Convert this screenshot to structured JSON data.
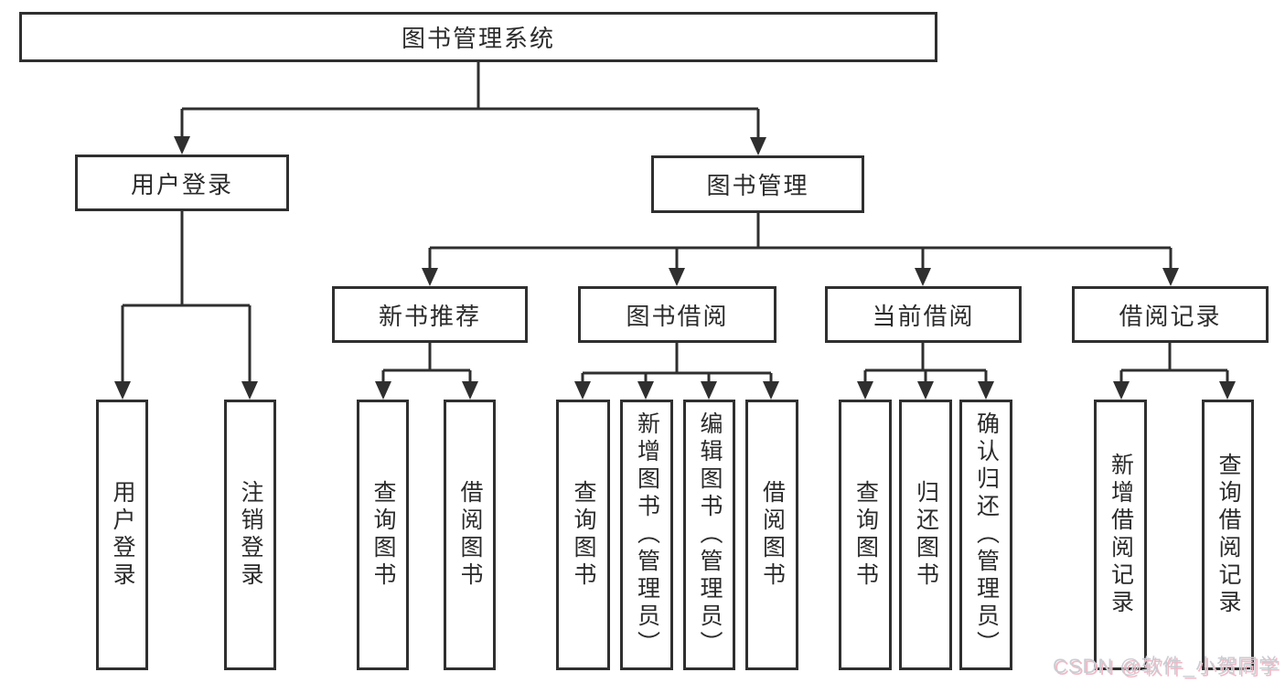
{
  "diagram": {
    "colors": {
      "line": "#2f2f2f",
      "box_border": "#2f2f2f",
      "box_fill": "#ffffff",
      "text": "#2b2b2b",
      "background": "#ffffff",
      "watermark_text": "#c9cdd2",
      "watermark_shadow": "#f2b9c6"
    },
    "nodes": {
      "root": {
        "label": "图书管理系统"
      },
      "level2": [
        {
          "label": "用户登录"
        },
        {
          "label": "图书管理"
        }
      ],
      "level3": [
        {
          "parent": "图书管理",
          "label": "新书推荐"
        },
        {
          "parent": "图书管理",
          "label": "图书借阅"
        },
        {
          "parent": "图书管理",
          "label": "当前借阅"
        },
        {
          "parent": "图书管理",
          "label": "借阅记录"
        }
      ],
      "leaves": [
        {
          "parent": "用户登录",
          "label": "用户登录"
        },
        {
          "parent": "用户登录",
          "label": "注销登录"
        },
        {
          "parent": "新书推荐",
          "label": "查询图书"
        },
        {
          "parent": "新书推荐",
          "label": "借阅图书"
        },
        {
          "parent": "图书借阅",
          "label": "查询图书"
        },
        {
          "parent": "图书借阅",
          "label": "新增图书（管理员）"
        },
        {
          "parent": "图书借阅",
          "label": "编辑图书（管理员）"
        },
        {
          "parent": "图书借阅",
          "label": "借阅图书"
        },
        {
          "parent": "当前借阅",
          "label": "查询图书"
        },
        {
          "parent": "当前借阅",
          "label": "归还图书"
        },
        {
          "parent": "当前借阅",
          "label": "确认归还（管理员）"
        },
        {
          "parent": "借阅记录",
          "label": "新增借阅记录"
        },
        {
          "parent": "借阅记录",
          "label": "查询借阅记录"
        }
      ]
    },
    "watermark": {
      "text": "CSDN @软件_小贺同学"
    }
  }
}
